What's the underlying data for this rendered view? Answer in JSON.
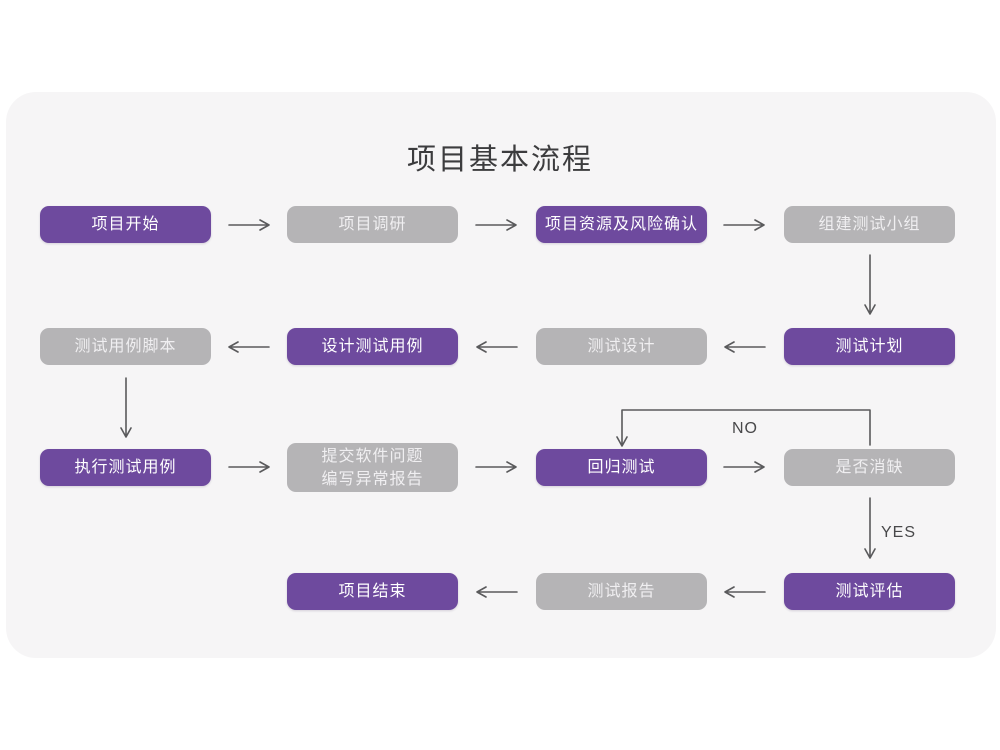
{
  "title": "项目基本流程",
  "labels": {
    "no": "NO",
    "yes": "YES"
  },
  "colors": {
    "accent_purple": "#6e4a9e",
    "node_gray": "#b5b4b6",
    "card_background": "#f6f5f6",
    "page_background": "#ffffff",
    "arrow": "#5a5a5c",
    "title_text": "#3c3c3e"
  },
  "nodes": [
    {
      "id": "project-start",
      "label": "项目开始",
      "variant": "purple"
    },
    {
      "id": "project-research",
      "label": "项目调研",
      "variant": "gray"
    },
    {
      "id": "resource-risk-confirm",
      "label": "项目资源及风险确认",
      "variant": "purple"
    },
    {
      "id": "build-test-team",
      "label": "组建测试小组",
      "variant": "gray"
    },
    {
      "id": "test-plan",
      "label": "测试计划",
      "variant": "purple"
    },
    {
      "id": "test-design",
      "label": "测试设计",
      "variant": "gray"
    },
    {
      "id": "design-test-cases",
      "label": "设计测试用例",
      "variant": "purple"
    },
    {
      "id": "test-case-script",
      "label": "测试用例脚本",
      "variant": "gray"
    },
    {
      "id": "execute-test-cases",
      "label": "执行测试用例",
      "variant": "purple"
    },
    {
      "id": "submit-issues",
      "label": "提交软件问题",
      "label2": "编写异常报告",
      "variant": "gray"
    },
    {
      "id": "regression-test",
      "label": "回归测试",
      "variant": "purple"
    },
    {
      "id": "defect-cleared",
      "label": "是否消缺",
      "variant": "gray"
    },
    {
      "id": "test-evaluate",
      "label": "测试评估",
      "variant": "purple"
    },
    {
      "id": "test-report",
      "label": "测试报告",
      "variant": "gray"
    },
    {
      "id": "project-end",
      "label": "项目结束",
      "variant": "purple"
    }
  ],
  "edges": [
    {
      "from": "project-start",
      "to": "project-research"
    },
    {
      "from": "project-research",
      "to": "resource-risk-confirm"
    },
    {
      "from": "resource-risk-confirm",
      "to": "build-test-team"
    },
    {
      "from": "build-test-team",
      "to": "test-plan"
    },
    {
      "from": "test-plan",
      "to": "test-design"
    },
    {
      "from": "test-design",
      "to": "design-test-cases"
    },
    {
      "from": "design-test-cases",
      "to": "test-case-script"
    },
    {
      "from": "test-case-script",
      "to": "execute-test-cases"
    },
    {
      "from": "execute-test-cases",
      "to": "submit-issues"
    },
    {
      "from": "submit-issues",
      "to": "regression-test"
    },
    {
      "from": "regression-test",
      "to": "defect-cleared"
    },
    {
      "from": "defect-cleared",
      "to": "regression-test",
      "label": "NO"
    },
    {
      "from": "defect-cleared",
      "to": "test-evaluate",
      "label": "YES"
    },
    {
      "from": "test-evaluate",
      "to": "test-report"
    },
    {
      "from": "test-report",
      "to": "project-end"
    }
  ]
}
